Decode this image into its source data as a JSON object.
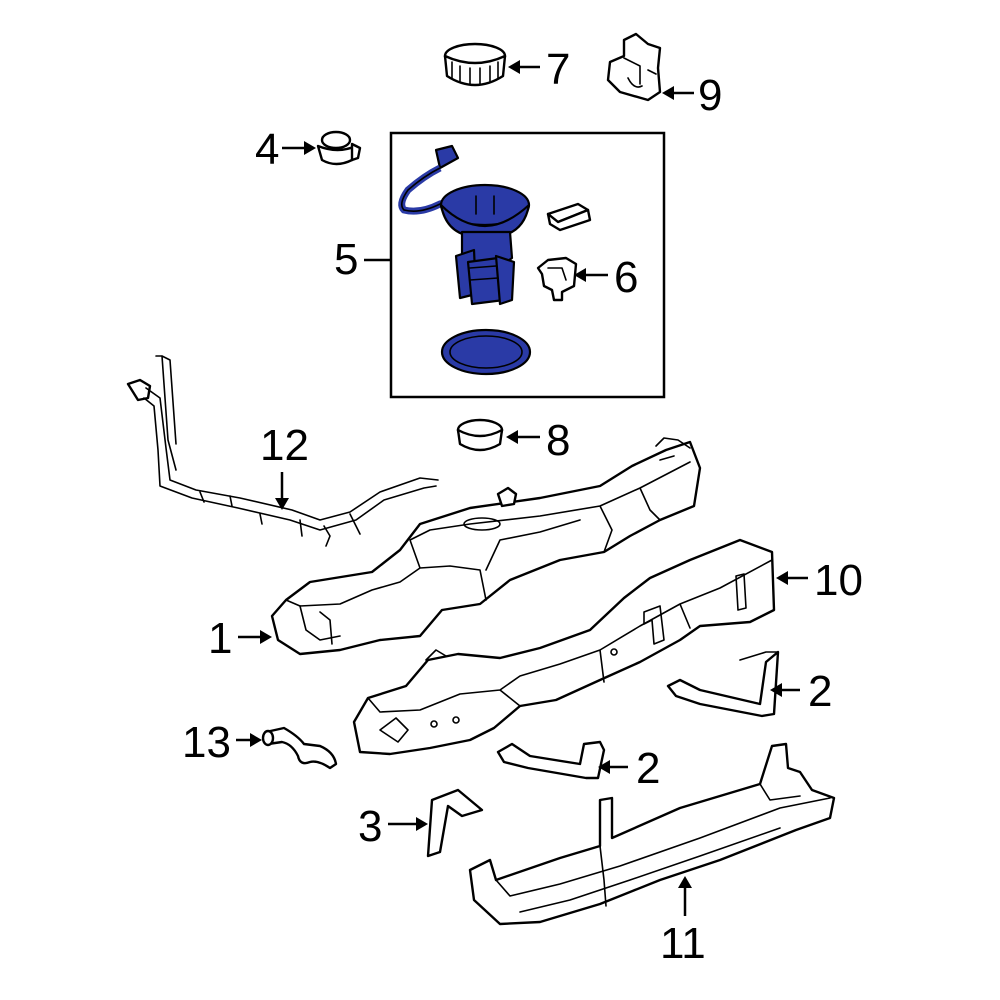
{
  "diagram": {
    "highlight_color": "#2a3aa6",
    "callouts": [
      {
        "id": "c1",
        "label": "1"
      },
      {
        "id": "c2a",
        "label": "2"
      },
      {
        "id": "c2b",
        "label": "2"
      },
      {
        "id": "c3",
        "label": "3"
      },
      {
        "id": "c4",
        "label": "4"
      },
      {
        "id": "c5",
        "label": "5"
      },
      {
        "id": "c6",
        "label": "6"
      },
      {
        "id": "c7",
        "label": "7"
      },
      {
        "id": "c8",
        "label": "8"
      },
      {
        "id": "c9",
        "label": "9"
      },
      {
        "id": "c10",
        "label": "10"
      },
      {
        "id": "c11",
        "label": "11"
      },
      {
        "id": "c12",
        "label": "12"
      },
      {
        "id": "c13",
        "label": "13"
      }
    ]
  }
}
